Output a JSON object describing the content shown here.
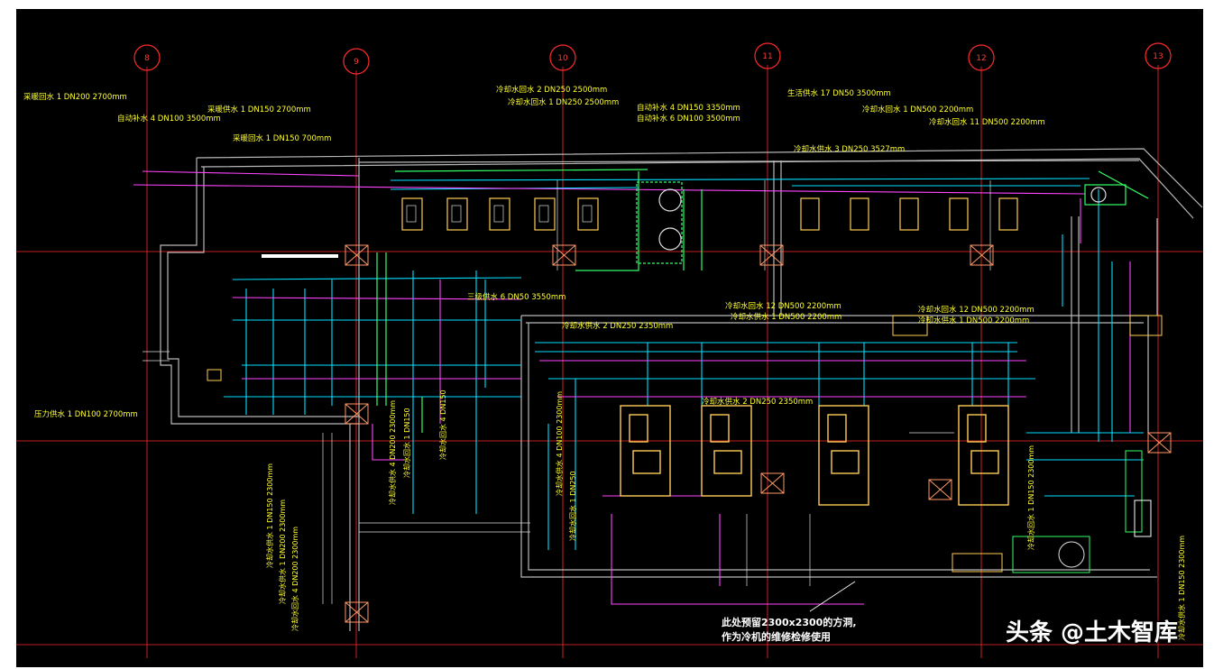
{
  "axis_labels": [
    "8",
    "9",
    "10",
    "11",
    "12",
    "13"
  ],
  "pipe_labels": [
    "采暖回水 1 DN200 2700mm",
    "自动补水 4 DN100 3500mm",
    "采暖供水 1 DN150 2700mm",
    "采暖回水 1 DN150 700mm",
    "冷却水回水 2 DN250 2500mm",
    "冷却水回水 1 DN250 2500mm",
    "自动补水 4 DN150 3350mm",
    "自动补水 6 DN100 3500mm",
    "生活供水 17 DN50 3500mm",
    "冷却水回水 1 DN500 2200mm",
    "冷却水回水 11 DN500 2200mm",
    "冷却水供水 3 DN250 3527mm",
    "三级供水 6 DN50 3550mm",
    "冷却水供水 2 DN250 2350mm",
    "冷却水回水 12 DN500 2200mm",
    "冷却水供水 1 DN500 2200mm",
    "冷却水回水 12 DN500 2200mm",
    "冷却水供水 1 DN500 2200mm",
    "冷却水供水 2 DN250 2350mm",
    "压力供水 1 DN100 2700mm"
  ],
  "vertical_labels": [
    "冷却水供水 1 DN150 2300mm",
    "冷却水供水 1 DN200 2300mm",
    "冷却水回水 4 DN200 2300mm",
    "冷却水供水 4 DN200 2300mm",
    "冷却水回水 1 DN150",
    "冷却水回水 4 DN150",
    "冷却水供水 4 DN100 2300mm",
    "冷却水回水 1 DN250",
    "冷却水回水 1 DN150 2300mm",
    "冷却水供水 1 DN150 2300mm"
  ],
  "note": {
    "line1": "此处预留2300x2300的方洞,",
    "line2": "作为冷机的维修检修使用"
  },
  "watermark": "头条 @土木智库",
  "colors": {
    "background": "#000000",
    "axis": "#ff2a2a",
    "label": "#ffff33",
    "wall": "#c8c8c8",
    "supply_pipe": "#00e0ff",
    "return_pipe": "#ff44ff",
    "green_pipe": "#33ff66",
    "equipment": "#ffcc55"
  }
}
